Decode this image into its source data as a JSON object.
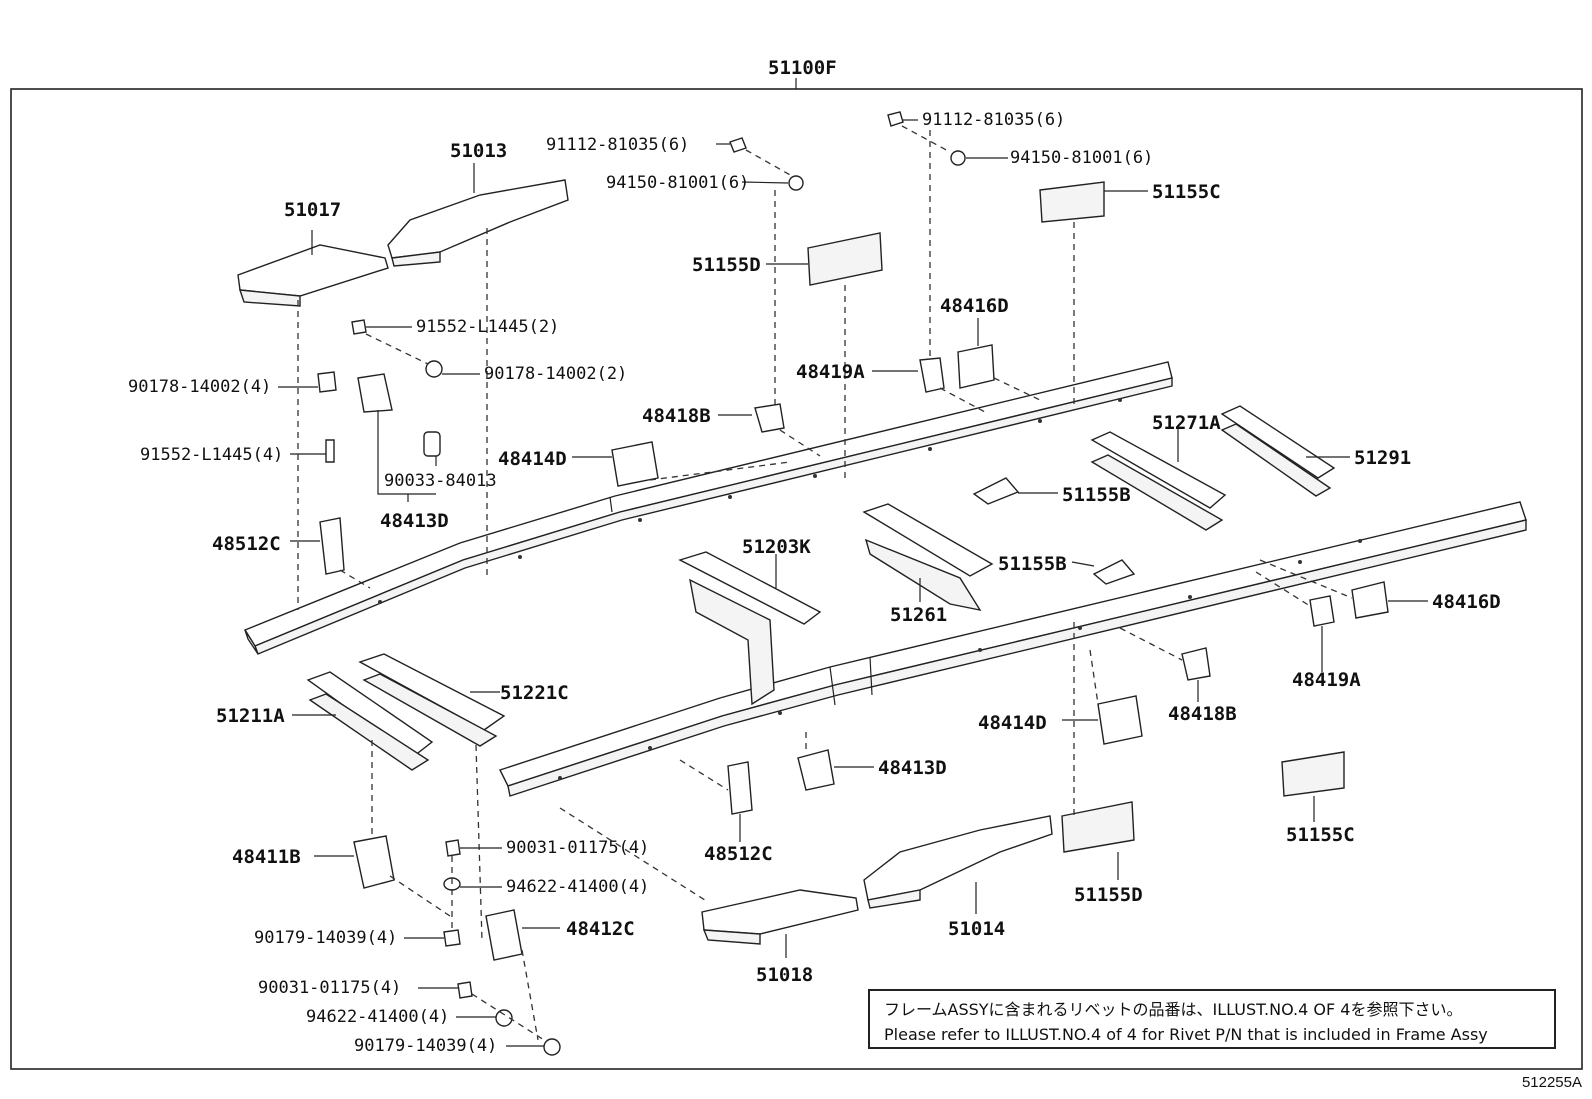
{
  "diagram": {
    "top_label": "51100F",
    "figure_code": "512255A",
    "labels": {
      "p51013": "51013",
      "p51017": "51017",
      "bolt_a": "91112-81035(6)",
      "nut_a": "94150-81001(6)",
      "bolt_b": "91112-81035(6)",
      "nut_b": "94150-81001(6)",
      "p51155C_top": "51155C",
      "p51155D_top": "51155D",
      "p48416D_top": "48416D",
      "p48419A_top": "48419A",
      "p48418B_top": "48418B",
      "p48414D_top": "48414D",
      "p91552_2": "91552-L1445(2)",
      "p90178_2": "90178-14002(2)",
      "p90178_4": "90178-14002(4)",
      "p91552_4": "91552-L1445(4)",
      "p90033": "90033-84013",
      "p48413D_top": "48413D",
      "p48512C_top": "48512C",
      "p51271A": "51271A",
      "p51291": "51291",
      "p51155B_a": "51155B",
      "p51155B_b": "51155B",
      "p51203K": "51203K",
      "p51261": "51261",
      "p48416D_right": "48416D",
      "p48419A_right": "48419A",
      "p48418B_right": "48418B",
      "p48414D_right": "48414D",
      "p51211A": "51211A",
      "p51221C": "51221C",
      "p48413D_bottom": "48413D",
      "p48512C_bottom": "48512C",
      "p51155C_bottom": "51155C",
      "p48411B": "48411B",
      "p90031_a": "90031-01175(4)",
      "p94622_a": "94622-41400(4)",
      "p90179_a": "90179-14039(4)",
      "p48412C": "48412C",
      "p90031_b": "90031-01175(4)",
      "p94622_b": "94622-41400(4)",
      "p90179_b": "90179-14039(4)",
      "p51014": "51014",
      "p51155D_bottom": "51155D",
      "p51018": "51018"
    },
    "note": {
      "line_jp": "フレームASSYに含まれるリベットの品番は、ILLUST.NO.4 OF 4を参照下さい。",
      "line_en": "Please refer to ILLUST.NO.4 of 4 for Rivet P/N that is included in Frame Assy"
    }
  }
}
